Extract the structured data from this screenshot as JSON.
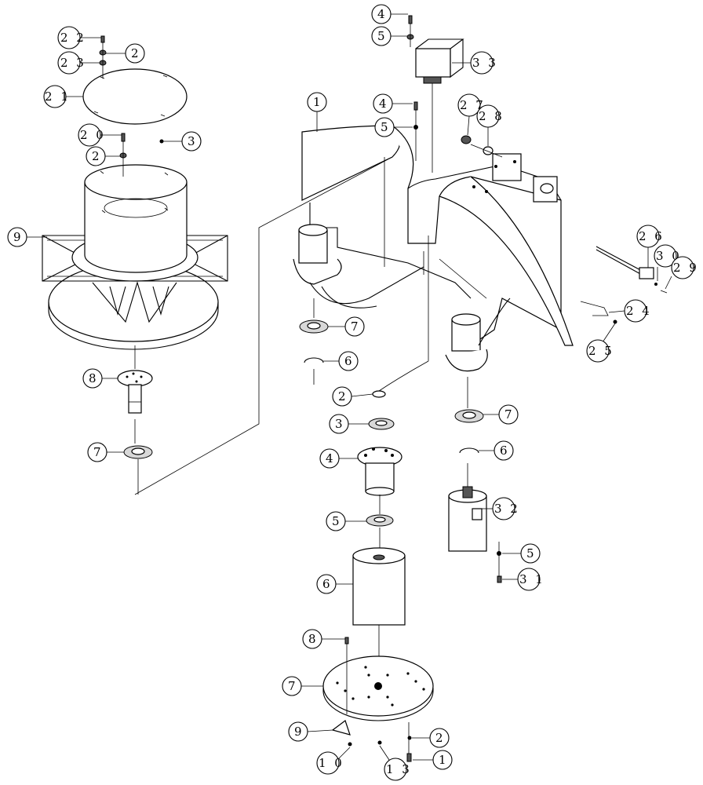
{
  "callouts": [
    {
      "id": "c01",
      "label": "2 2"
    },
    {
      "id": "c02",
      "label": "2"
    },
    {
      "id": "c03",
      "label": "2 3"
    },
    {
      "id": "c04",
      "label": "2 1"
    },
    {
      "id": "c05",
      "label": "2 0"
    },
    {
      "id": "c06",
      "label": "3"
    },
    {
      "id": "c07",
      "label": "2"
    },
    {
      "id": "c08",
      "label": "9"
    },
    {
      "id": "c09",
      "label": "8"
    },
    {
      "id": "c10",
      "label": "7"
    },
    {
      "id": "c11",
      "label": "4"
    },
    {
      "id": "c12",
      "label": "5"
    },
    {
      "id": "c13",
      "label": "3 3"
    },
    {
      "id": "c14",
      "label": "1"
    },
    {
      "id": "c15",
      "label": "4"
    },
    {
      "id": "c16",
      "label": "5"
    },
    {
      "id": "c17",
      "label": "2 7"
    },
    {
      "id": "c18",
      "label": "2 8"
    },
    {
      "id": "c19",
      "label": "2 6"
    },
    {
      "id": "c20",
      "label": "3 0"
    },
    {
      "id": "c21",
      "label": "2 9"
    },
    {
      "id": "c22",
      "label": "2 4"
    },
    {
      "id": "c23",
      "label": "2 5"
    },
    {
      "id": "c24",
      "label": "7"
    },
    {
      "id": "c25",
      "label": "6"
    },
    {
      "id": "c26",
      "label": "2"
    },
    {
      "id": "c27",
      "label": "3"
    },
    {
      "id": "c28",
      "label": "4"
    },
    {
      "id": "c29",
      "label": "5"
    },
    {
      "id": "c30",
      "label": "6"
    },
    {
      "id": "c31",
      "label": "7"
    },
    {
      "id": "c32",
      "label": "6"
    },
    {
      "id": "c33",
      "label": "3 2"
    },
    {
      "id": "c34",
      "label": "5"
    },
    {
      "id": "c35",
      "label": "3 1"
    },
    {
      "id": "c36",
      "label": "8"
    },
    {
      "id": "c37",
      "label": "7"
    },
    {
      "id": "c38",
      "label": "9"
    },
    {
      "id": "c39",
      "label": "2"
    },
    {
      "id": "c40",
      "label": "1 0"
    },
    {
      "id": "c41",
      "label": "1 3"
    },
    {
      "id": "c42",
      "label": "1"
    }
  ]
}
